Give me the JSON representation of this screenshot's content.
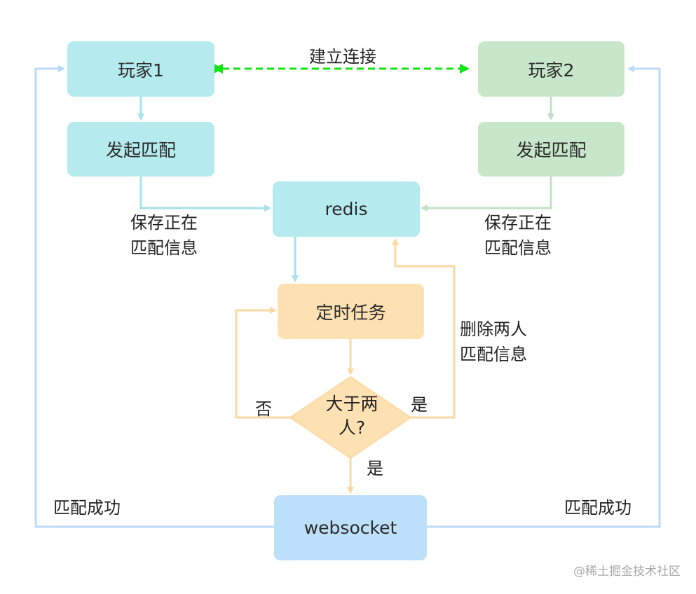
{
  "nodes": {
    "player1": "玩家1",
    "player2": "玩家2",
    "match1": "发起匹配",
    "match2": "发起匹配",
    "redis": "redis",
    "task": "定时任务",
    "decision": "大于两\n人?",
    "websocket": "websocket"
  },
  "edge_labels": {
    "connect": "建立连接",
    "save_left": "保存正在\n匹配信息",
    "save_right": "保存正在\n匹配信息",
    "delete": "删除两人\n匹配信息",
    "no": "否",
    "yes_right": "是",
    "yes_down": "是",
    "success_left": "匹配成功",
    "success_right": "匹配成功"
  },
  "watermark": "@稀土掘金技术社区",
  "colors": {
    "cyan_fill": "#b5ebef",
    "cyan_line": "#a6e3ee",
    "green_fill": "#c8e6c9",
    "green_line": "#c1e1c5",
    "orange_fill": "#fde1b2",
    "orange_line": "#fdd9a2",
    "blue_fill": "#bcdffa",
    "blue_line": "#b9dbf8",
    "connect_line": "#11e511"
  }
}
